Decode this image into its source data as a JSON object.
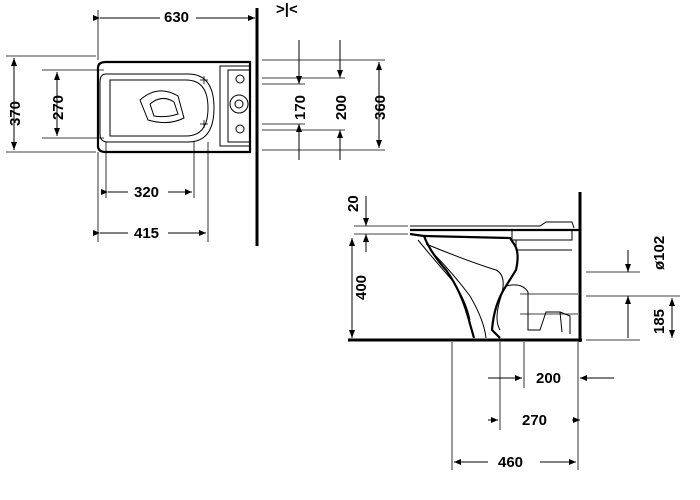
{
  "drawing": {
    "top_view": {
      "dims": {
        "width_total": "630",
        "height_outer": "370",
        "height_inner": "270",
        "spacing_170": "170",
        "spacing_200": "200",
        "spacing_360": "360",
        "length_320": "320",
        "length_415": "415"
      },
      "wall_mark": ">|<"
    },
    "side_view": {
      "dims": {
        "gap_20": "20",
        "height_400": "400",
        "diameter_102": "ø102",
        "height_185": "185",
        "dist_200": "200",
        "dist_270": "270",
        "dist_460": "460"
      }
    }
  }
}
